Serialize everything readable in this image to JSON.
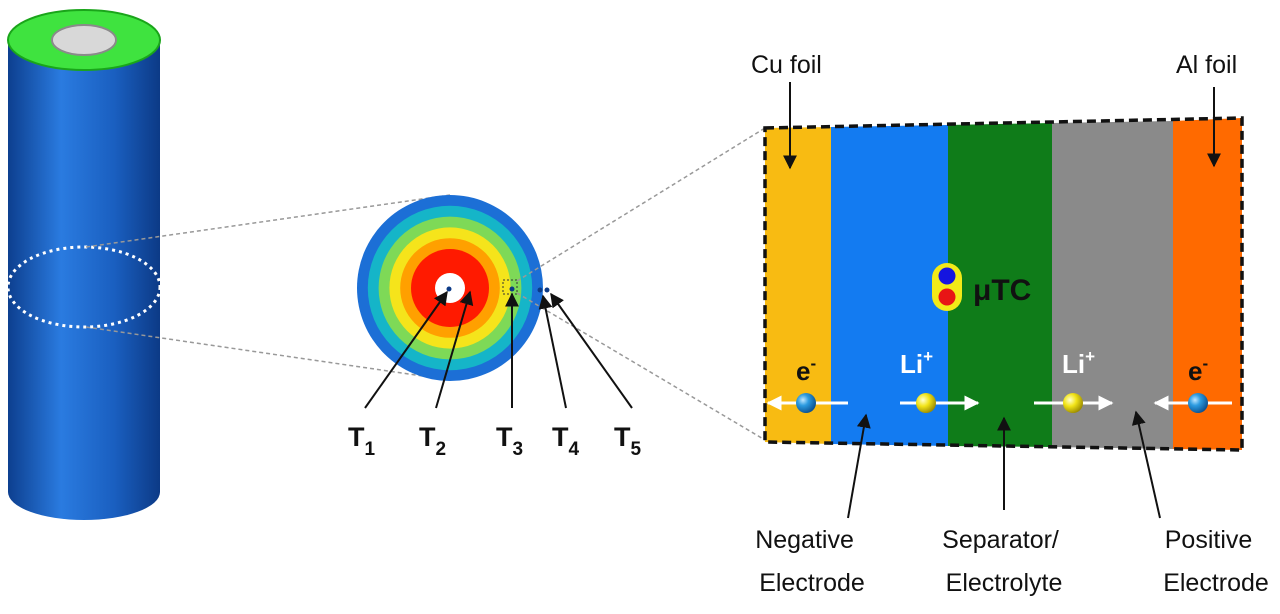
{
  "colors": {
    "cell_body": "#1a5fc0",
    "cell_top_ring": "#3fe33f",
    "cell_top_cap": "#d8d8d8",
    "cu_foil": "#f8bb12",
    "negative_electrode": "#137bf1",
    "separator": "#0f7c19",
    "positive_electrode": "#8a8a8a",
    "al_foil": "#ff6a00",
    "electron": "#1e90d8",
    "lithium_ion": "#f2ea18"
  },
  "cross_section": {
    "heat_rings": [
      "#1c6fd6",
      "#15b5c8",
      "#7ed957",
      "#f5e41b",
      "#ffa000",
      "#ff1a00",
      "#ffffff"
    ]
  },
  "probes": [
    {
      "letter": "T",
      "sub": "1"
    },
    {
      "letter": "T",
      "sub": "2"
    },
    {
      "letter": "T",
      "sub": "3"
    },
    {
      "letter": "T",
      "sub": "4"
    },
    {
      "letter": "T",
      "sub": "5"
    }
  ],
  "layers": {
    "cu_foil": "Cu foil",
    "al_foil": "Al foil",
    "negative": [
      "Negative",
      "Electrode"
    ],
    "separator": [
      "Separator/",
      "Electrolyte"
    ],
    "positive": [
      "Positive",
      "Electrode"
    ]
  },
  "sensor": {
    "label": "μTC",
    "colors": [
      "#1515e0",
      "#e81515"
    ]
  },
  "carriers": {
    "electron": {
      "base": "e",
      "sup": "-"
    },
    "lithium": {
      "base": "Li",
      "sup": "+"
    }
  }
}
